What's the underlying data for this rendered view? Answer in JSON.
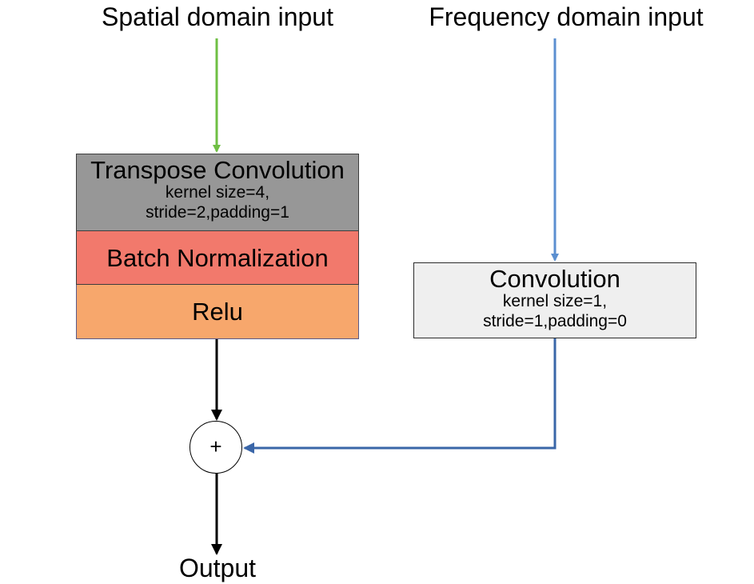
{
  "inputs": {
    "spatial": "Spatial domain input",
    "frequency": "Frequency domain input"
  },
  "blocks": {
    "transpose_conv": {
      "title": "Transpose Convolution",
      "line1": "kernel size=4,",
      "line2": "stride=2,padding=1"
    },
    "batch_norm": {
      "title": "Batch Normalization"
    },
    "relu": {
      "title": "Relu"
    },
    "conv": {
      "title": "Convolution",
      "line1": "kernel size=1,",
      "line2": "stride=1,padding=0"
    }
  },
  "sum_node": {
    "symbol": "+"
  },
  "output": {
    "label": "Output"
  },
  "colors": {
    "transpose_fill": "#979797",
    "batch_norm_fill": "#f2796c",
    "relu_fill": "#f7a76c",
    "conv_fill": "#efefef",
    "spatial_arrow": "#6fbf44",
    "frequency_arrow": "#5b8fd0",
    "conv_out_arrow": "#3a66a8",
    "main_arrow": "#000000"
  }
}
